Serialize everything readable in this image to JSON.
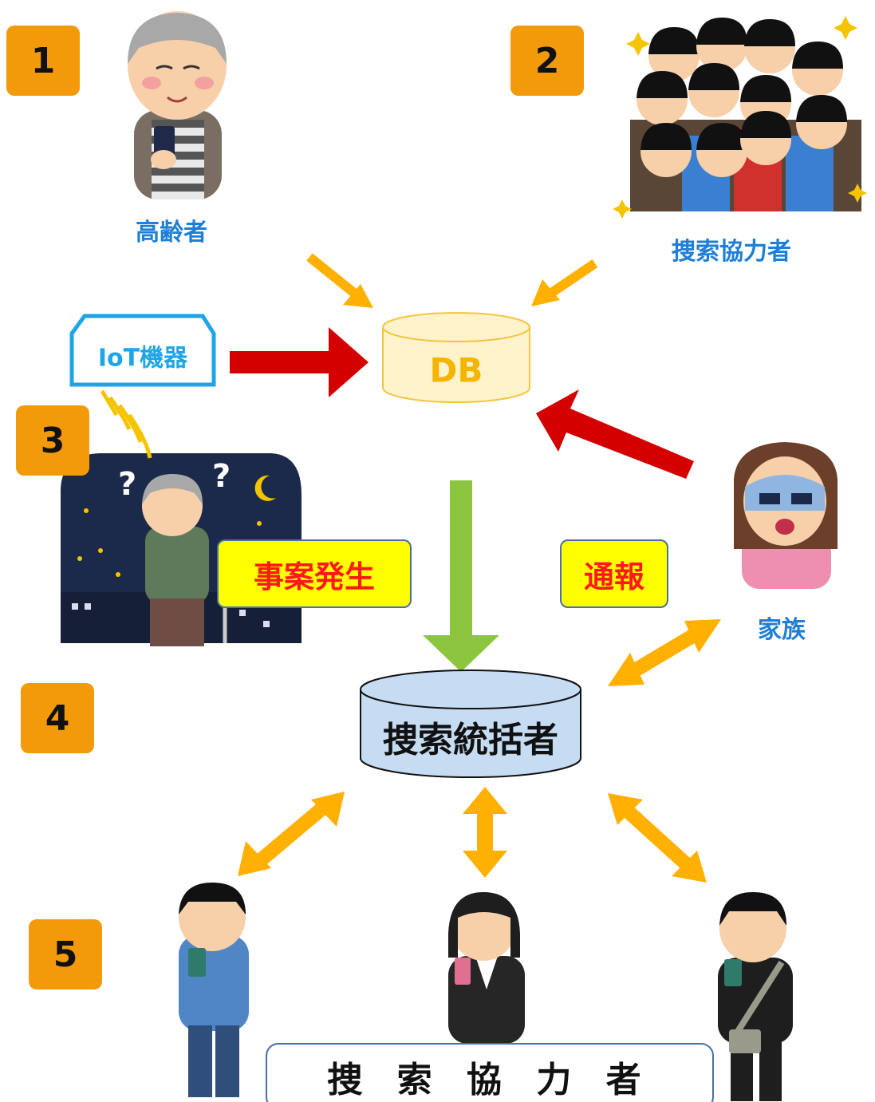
{
  "steps": {
    "s1": "1",
    "s2": "2",
    "s3": "3",
    "s4": "4",
    "s5": "5"
  },
  "labels": {
    "elderly": "高齢者",
    "helpers_top": "捜索協力者",
    "iot": "IoT機器",
    "db": "DB",
    "incident": "事案発生",
    "report": "通報",
    "family": "家族",
    "coordinator": "捜索統括者",
    "helpers_bottom": "捜 索 協 力 者"
  },
  "colors": {
    "badge": "#f39a0b",
    "label_blue": "#1f7fd6",
    "callout_bg": "#ffff00",
    "callout_text": "#ff1a1a",
    "arrow_red": "#d40000",
    "arrow_orange": "#ffb000",
    "arrow_green": "#8cc63f",
    "db_fill": "#fff3cc",
    "coordinator_fill": "#c5dcf2"
  }
}
